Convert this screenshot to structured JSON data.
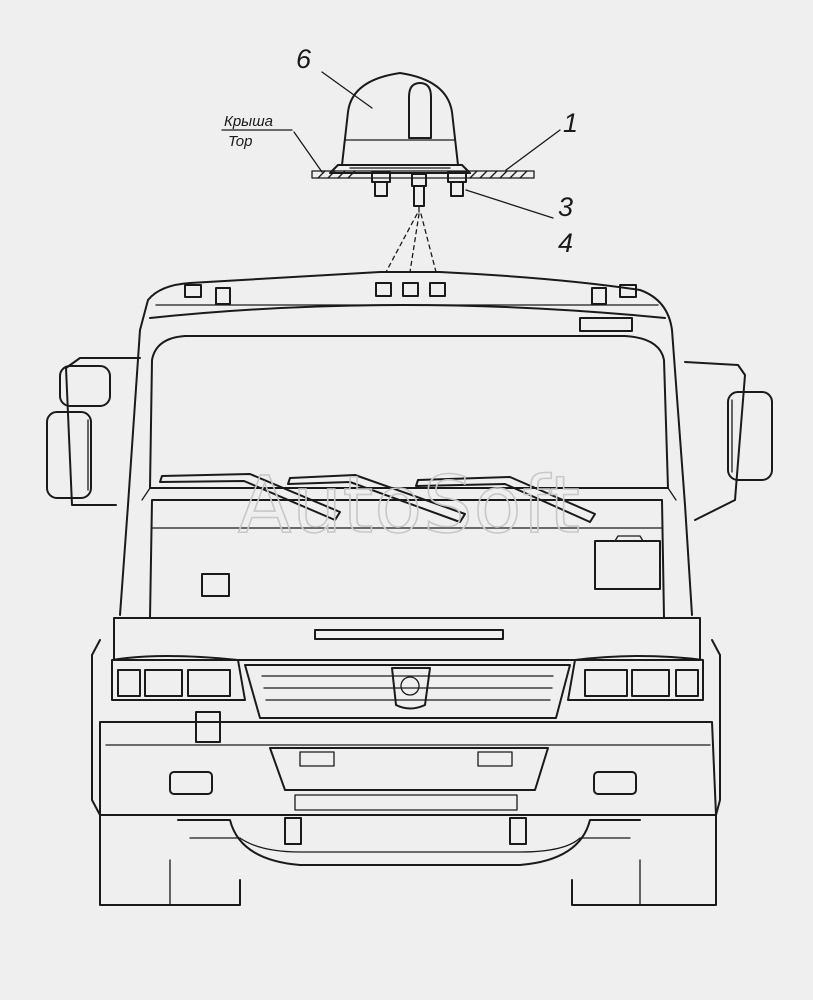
{
  "callouts": {
    "lamp": "6",
    "mount": "1",
    "nut": "3",
    "washer": "4"
  },
  "roof_label": {
    "line1": "Крыша",
    "line2": "Top"
  },
  "watermark": "AutoSoft"
}
